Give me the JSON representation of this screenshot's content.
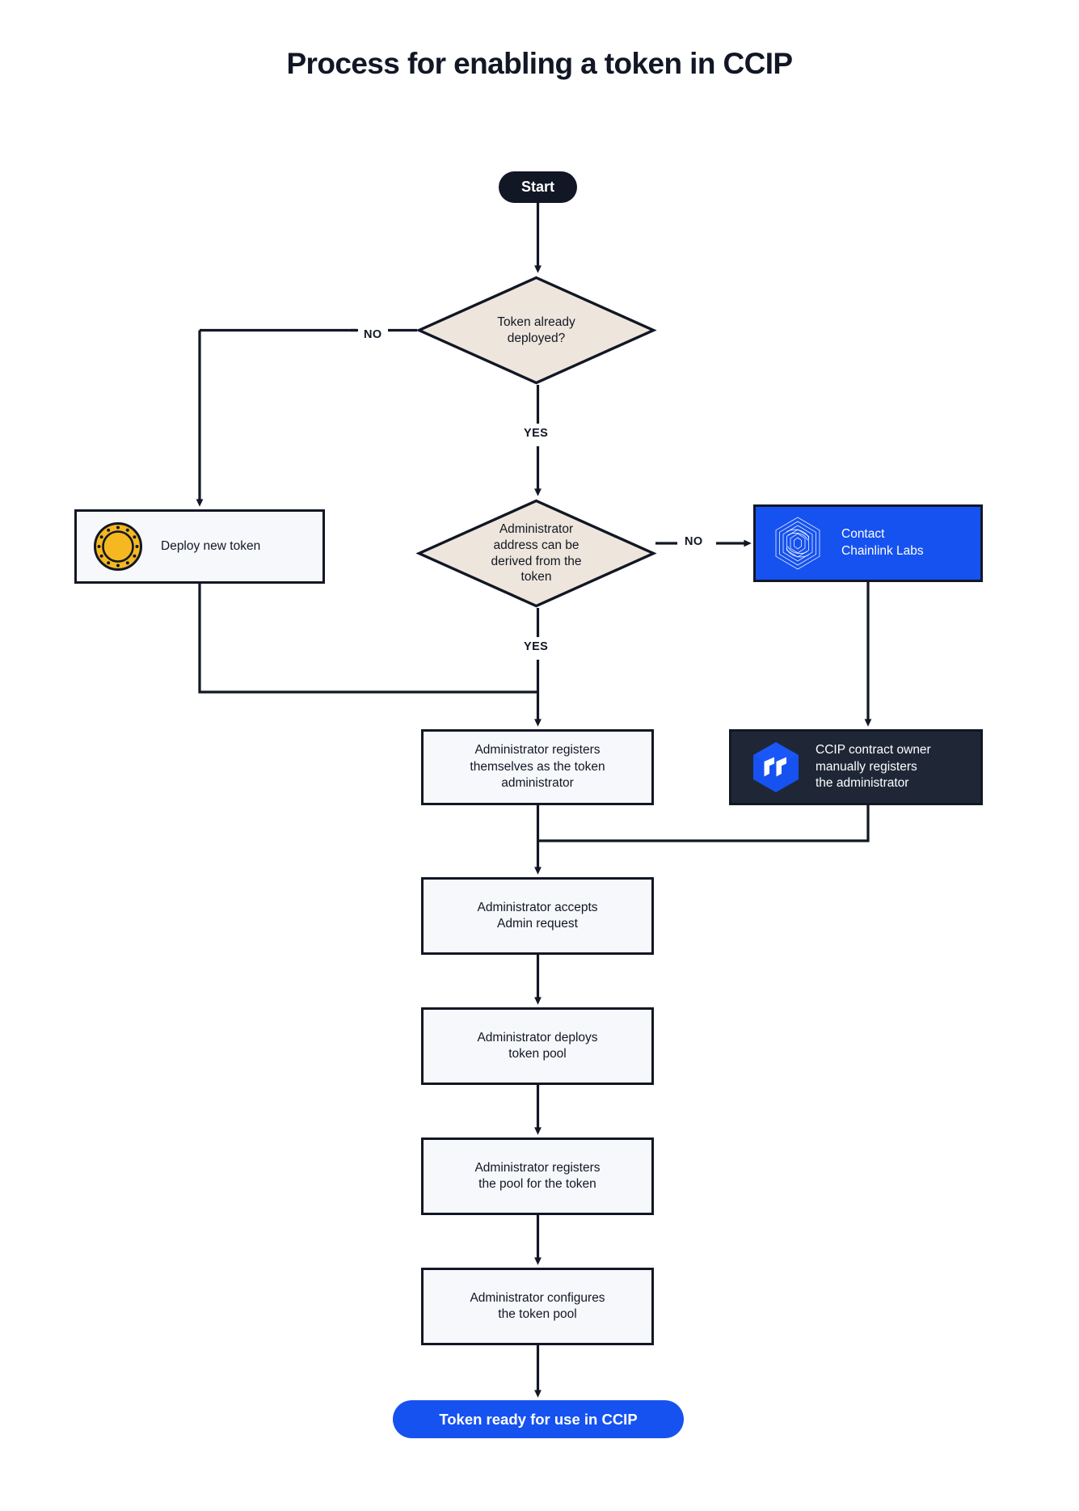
{
  "page": {
    "title": "Process for enabling a token in CCIP",
    "background_color": "#ffffff"
  },
  "colors": {
    "ink": "#121725",
    "process_fill": "#f7f8fc",
    "decision_fill": "#eee6dc",
    "accent_blue": "#1652f0",
    "dark_panel": "#1f2737",
    "coin_gold": "#f5b820",
    "text_light": "#ffffff"
  },
  "flowchart": {
    "type": "flowchart",
    "direction": "top-down",
    "nodes": [
      {
        "id": "start",
        "shape": "pill",
        "label": "Start",
        "style": "dark"
      },
      {
        "id": "decision_token_deployed",
        "shape": "diamond",
        "label": "Token already deployed?"
      },
      {
        "id": "deploy_new_token",
        "shape": "rect",
        "label": "Deploy new token",
        "icon": "gold-coin-icon"
      },
      {
        "id": "decision_admin_derived",
        "shape": "diamond",
        "label": "Administrator address can be derived from the token"
      },
      {
        "id": "contact_chainlink",
        "shape": "rect",
        "label": "Contact Chainlink Labs",
        "style": "blue",
        "icon": "chainlink-labs-logo-icon"
      },
      {
        "id": "ccip_owner_registers",
        "shape": "rect",
        "label": "CCIP contract owner manually registers the administrator",
        "style": "dark",
        "icon": "ccip-cube-logo-icon"
      },
      {
        "id": "admin_registers_self",
        "shape": "rect",
        "label": "Administrator registers themselves as the token administrator"
      },
      {
        "id": "admin_accepts",
        "shape": "rect",
        "label": "Administrator accepts Admin request"
      },
      {
        "id": "admin_deploys_pool",
        "shape": "rect",
        "label": "Administrator deploys token pool"
      },
      {
        "id": "admin_registers_pool",
        "shape": "rect",
        "label": "Administrator registers the pool for the token"
      },
      {
        "id": "admin_configures_pool",
        "shape": "rect",
        "label": "Administrator configures the token pool"
      },
      {
        "id": "end",
        "shape": "pill",
        "label": "Token ready for use in CCIP",
        "style": "blue"
      }
    ],
    "edges": [
      {
        "from": "start",
        "to": "decision_token_deployed",
        "label": ""
      },
      {
        "from": "decision_token_deployed",
        "to": "deploy_new_token",
        "label": "NO"
      },
      {
        "from": "decision_token_deployed",
        "to": "decision_admin_derived",
        "label": "YES"
      },
      {
        "from": "deploy_new_token",
        "to": "admin_registers_self",
        "label": ""
      },
      {
        "from": "decision_admin_derived",
        "to": "contact_chainlink",
        "label": "NO"
      },
      {
        "from": "decision_admin_derived",
        "to": "admin_registers_self",
        "label": "YES"
      },
      {
        "from": "contact_chainlink",
        "to": "ccip_owner_registers",
        "label": ""
      },
      {
        "from": "ccip_owner_registers",
        "to": "admin_accepts",
        "label": ""
      },
      {
        "from": "admin_registers_self",
        "to": "admin_accepts",
        "label": ""
      },
      {
        "from": "admin_accepts",
        "to": "admin_deploys_pool",
        "label": ""
      },
      {
        "from": "admin_deploys_pool",
        "to": "admin_registers_pool",
        "label": ""
      },
      {
        "from": "admin_registers_pool",
        "to": "admin_configures_pool",
        "label": ""
      },
      {
        "from": "admin_configures_pool",
        "to": "end",
        "label": ""
      }
    ]
  },
  "labels": {
    "start": "Start",
    "decision_token_deployed_line1": "Token already",
    "decision_token_deployed_line2": "deployed?",
    "deploy_new_token": "Deploy new token",
    "decision_admin_derived_line1": "Administrator",
    "decision_admin_derived_line2": "address can be",
    "decision_admin_derived_line3": "derived from the",
    "decision_admin_derived_line4": "token",
    "contact_chainlink_line1": "Contact",
    "contact_chainlink_line2": "Chainlink Labs",
    "ccip_owner_line1": "CCIP contract owner",
    "ccip_owner_line2": "manually registers",
    "ccip_owner_line3": "the administrator",
    "admin_registers_self_line1": "Administrator registers",
    "admin_registers_self_line2": "themselves as the token",
    "admin_registers_self_line3": "administrator",
    "admin_accepts_line1": "Administrator accepts",
    "admin_accepts_line2": "Admin request",
    "admin_deploys_pool_line1": "Administrator deploys",
    "admin_deploys_pool_line2": "token pool",
    "admin_registers_pool_line1": "Administrator registers",
    "admin_registers_pool_line2": "the pool for the token",
    "admin_configures_line1": "Administrator configures",
    "admin_configures_line2": "the token pool",
    "end": "Token ready for use in CCIP",
    "edge_no_1": "NO",
    "edge_yes_1": "YES",
    "edge_no_2": "NO",
    "edge_yes_2": "YES"
  }
}
